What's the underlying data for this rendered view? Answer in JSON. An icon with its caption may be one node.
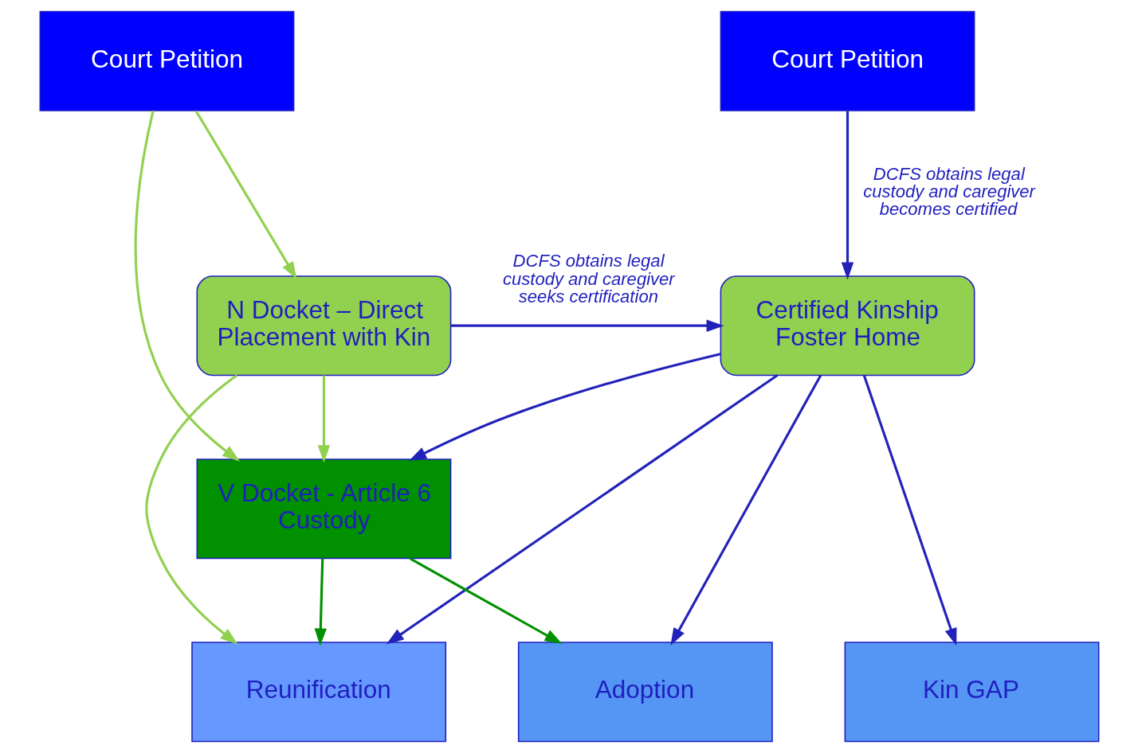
{
  "diagram": {
    "nodes": [
      {
        "text": [
          "Court Petition"
        ]
      },
      {
        "text": [
          "Court Petition"
        ]
      },
      {
        "text": [
          "N Docket – Direct Placement with Kin"
        ]
      },
      {
        "text": [
          "Certified Kinship Foster Home"
        ]
      },
      {
        "text": [
          "V Docket - Article 6 Custody"
        ]
      },
      {
        "text": [
          "Reunification"
        ]
      },
      {
        "text": [
          "Adoption"
        ]
      },
      {
        "text": [
          "Kin GAP"
        ]
      }
    ],
    "edges": [
      {
        "from": 0,
        "to": 2,
        "arrow": "to",
        "color": "#92d050"
      },
      {
        "from": 0,
        "to": 4,
        "arrow": "to",
        "color": "#92d050"
      },
      {
        "from": 2,
        "to": 4,
        "arrow": "to",
        "color": "#92d050"
      },
      {
        "from": 2,
        "to": 5,
        "arrow": "to",
        "color": "#92d050"
      },
      {
        "from": 2,
        "to": 3,
        "arrow": "to",
        "label": "DCFS obtains legal custody and caregiver seeks certification"
      },
      {
        "from": 1,
        "to": 3,
        "arrow": "to",
        "label": "DCFS obtains legal custody and caregiver becomes certified"
      },
      {
        "from": 3,
        "to": 4,
        "arrow": "to"
      },
      {
        "from": 3,
        "to": 5,
        "arrow": "to"
      },
      {
        "from": 3,
        "to": 6,
        "arrow": "to"
      },
      {
        "from": 3,
        "to": 7,
        "arrow": "to"
      },
      {
        "from": 4,
        "to": 5,
        "arrow": "to",
        "color": "#009000"
      },
      {
        "from": 4,
        "to": 6,
        "arrow": "to",
        "color": "#009000"
      }
    ]
  }
}
